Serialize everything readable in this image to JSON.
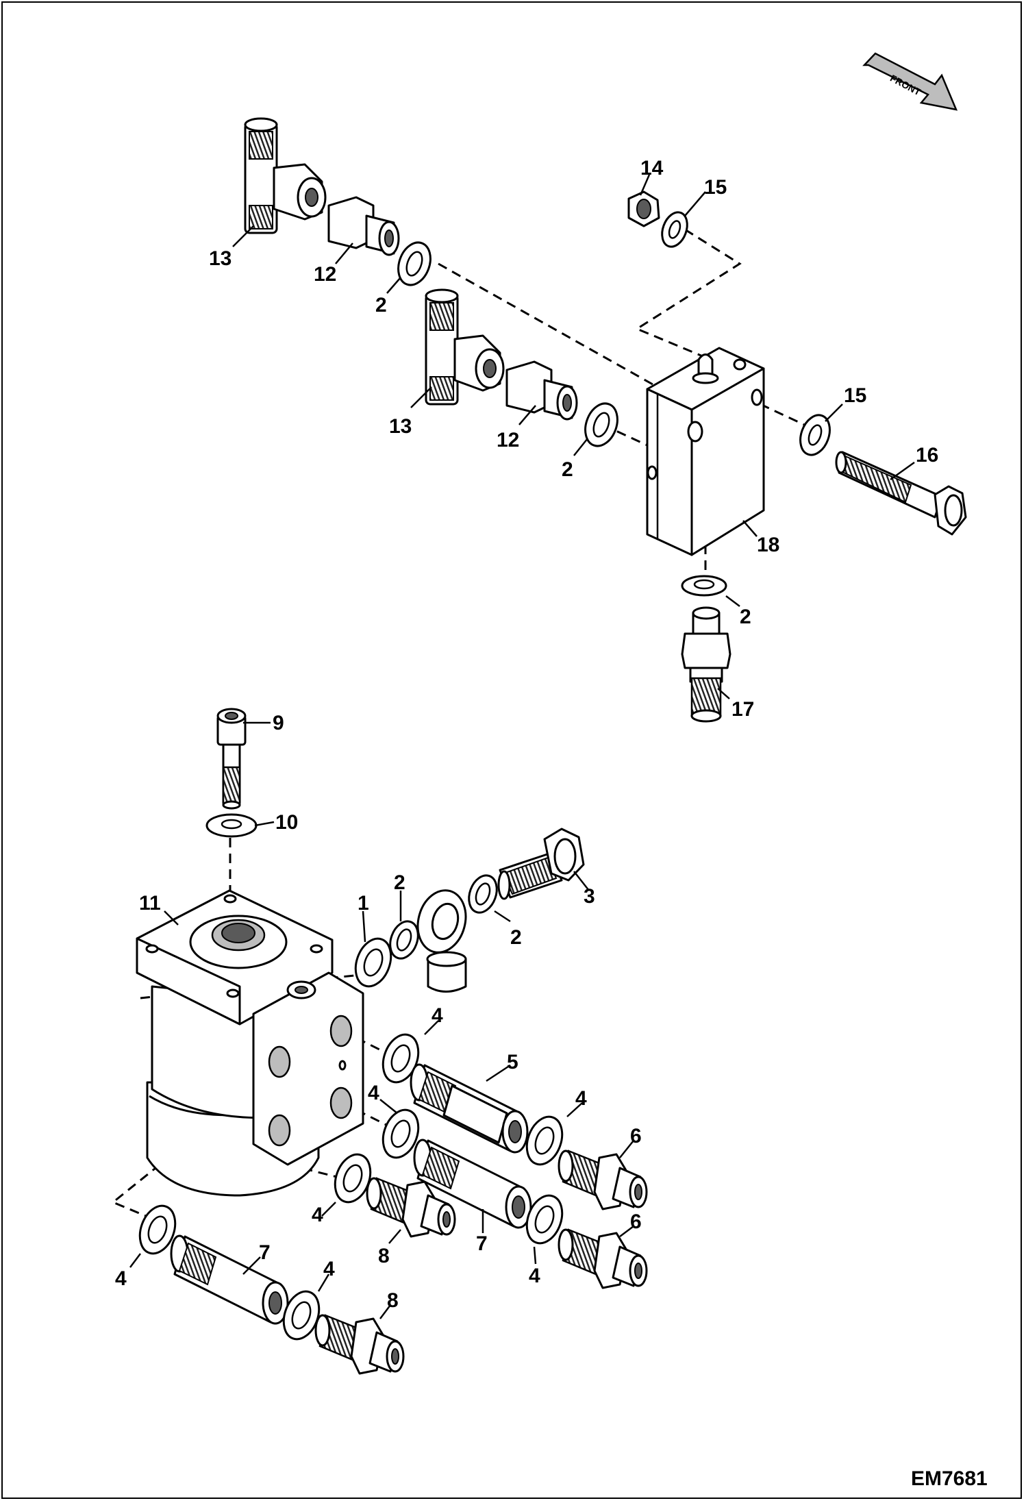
{
  "drawing_code": "EM7681",
  "front_arrow_label": "FRONT",
  "labels": {
    "13a": "13",
    "12a": "12",
    "2a": "2",
    "13b": "13",
    "12b": "12",
    "2b": "2",
    "14": "14",
    "15a": "15",
    "15b": "15",
    "16": "16",
    "18": "18",
    "2c": "2",
    "17": "17",
    "9": "9",
    "10": "10",
    "11": "11",
    "1": "1",
    "2d": "2",
    "2e": "2",
    "3": "3",
    "4a": "4",
    "5": "5",
    "4b": "4",
    "4c": "4",
    "6a": "6",
    "4d": "4",
    "8a": "8",
    "7a": "7",
    "4e": "4",
    "6b": "6",
    "4f": "4",
    "7b": "7",
    "4g": "4",
    "8b": "8"
  }
}
